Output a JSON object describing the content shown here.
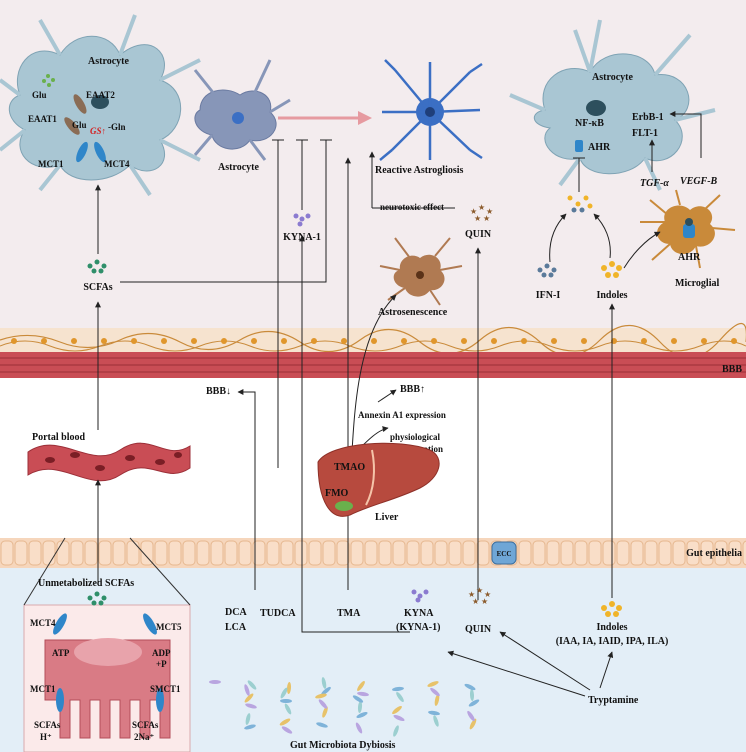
{
  "regions": {
    "bbb": "BBB",
    "gut_epithelia": "Gut epithelia",
    "dysbiosis": "Gut Microbiota Dybiosis"
  },
  "astrocyte_left": {
    "title": "Astrocyte",
    "glu_outside": "Glu",
    "eaat2": "EAAT2",
    "eaat1": "EAAT1",
    "glu_inside": "Glu",
    "gs": "GS↑",
    "gln": "-Gln",
    "mct1": "MCT1",
    "mct4": "MCT4"
  },
  "astrocyte_mid": "Astrocyte",
  "reactive": "Reactive Astrogliosis",
  "astrosenescence": "Astrosenescence",
  "kyna1_brain": "KYNA-1",
  "scfas_brain": "SCFAs",
  "neurotoxic": "neurotoxic effect",
  "quin_brain": "QUIN",
  "astrocyte_right": {
    "title": "Astrocyte",
    "nfkb": "NF-κB",
    "ahr": "AHR",
    "erbb1": "ErbB-1",
    "flt1": "FLT-1",
    "tgfa": "TGF-α",
    "vegfb": "VEGF-B"
  },
  "microglial": {
    "label": "Microglial",
    "ahr": "AHR"
  },
  "ifn": "IFN-I",
  "indoles_brain": "Indoles",
  "bbb_down": "BBB↓",
  "bbb_up": "BBB↑",
  "annexin": "Annexin A1 expression",
  "physiological": "physiological",
  "concentration": "concentration",
  "portal": "Portal blood",
  "liver": {
    "tmao": "TMAO",
    "fmo": "FMO",
    "label": "Liver"
  },
  "ecc": "ECC",
  "gut_cell": {
    "unmetabolized": "Unmetabolized SCFAs",
    "mct4": "MCT4",
    "mct5": "MCT5",
    "atp": "ATP",
    "adp": "ADP",
    "plus_p": "+P",
    "mct1": "MCT1",
    "smct1": "SMCT1",
    "scfas_a": "SCFAs",
    "h": "H⁺",
    "scfas_b": "SCFAs",
    "na": "2Na⁺"
  },
  "gut_labels": {
    "dca": "DCA",
    "lca": "LCA",
    "tudca": "TUDCA",
    "tma": "TMA",
    "kyna": "KYNA",
    "kyna1": "(KYNA-1)",
    "quin": "QUIN",
    "indoles": "Indoles",
    "indoles_list": "(IAA, IA, IAID, IPA, ILA)",
    "tryptamine": "Tryptamine"
  },
  "colors": {
    "brain_bg": "#f3ecee",
    "gut_bg": "#e3eef7",
    "astrocyte_fill": "#a9c6d3",
    "neuron_fill": "#b07a52",
    "bbb_band": "#c94d55",
    "epithelium": "#f6d6bc",
    "reactive": "#3b6fc4",
    "mid_astro": "#8796b8",
    "arrow_pink": "#e69aa0"
  }
}
